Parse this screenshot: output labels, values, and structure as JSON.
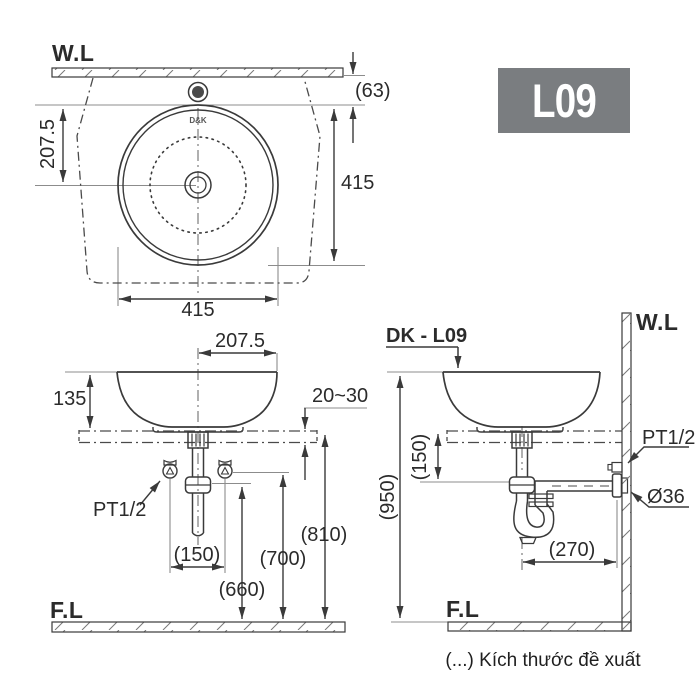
{
  "page": {
    "background": "#ffffff",
    "line_color": "#3a3a3a",
    "hatch_color": "#777777",
    "faucet_fill": "#4a4a4a"
  },
  "badge": {
    "label": "L09",
    "bg_color": "#7a7d80",
    "text_color": "#ffffff"
  },
  "caption": "(...) Kích thước đề xuất",
  "top_view": {
    "wall_label": "W.L",
    "logo": "D&K",
    "dim_center_offset": "207.5",
    "dim_wall_gap": "(63)",
    "dim_height": "415",
    "dim_width": "415"
  },
  "front_view": {
    "dim_half_width": "207.5",
    "dim_basin_height": "135",
    "dim_counter_thickness": "20~30",
    "supply_label": "PT1/2",
    "dim_supply_spacing": "(150)",
    "dim_trap_height": "(660)",
    "dim_supply_height": "(700)",
    "dim_counter_height": "(810)",
    "floor_label": "F.L"
  },
  "side_view": {
    "model_label": "DK - L09",
    "wall_label": "W.L",
    "dim_rim_height": "(950)",
    "dim_counter_to_trap": "(150)",
    "supply_label": "PT1/2",
    "dim_drain_diameter": "Ø36",
    "dim_wall_distance": "(270)",
    "floor_label": "F.L"
  }
}
